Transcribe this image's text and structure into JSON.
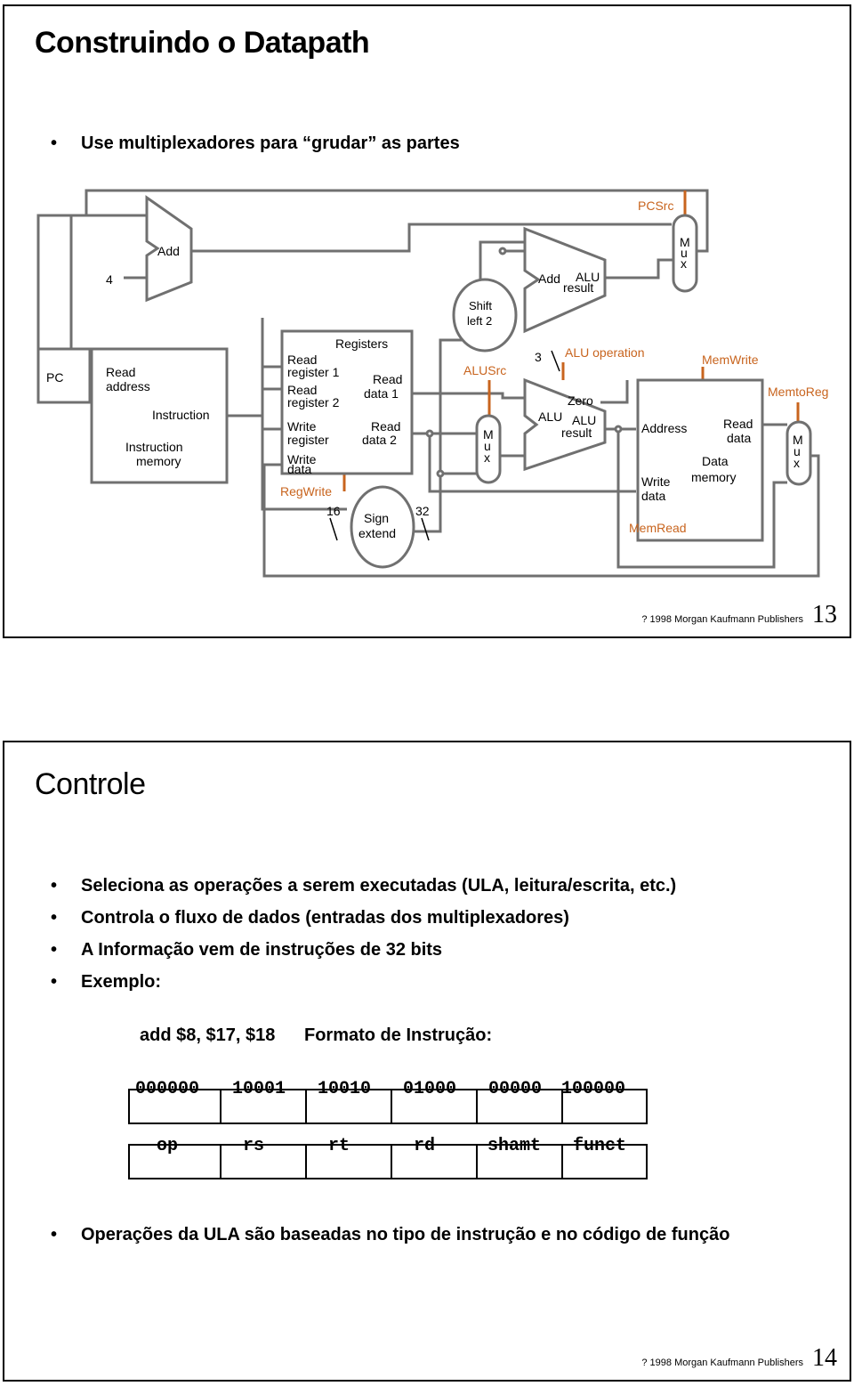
{
  "slide1": {
    "title": "Construindo o Datapath",
    "bullet": "Use multiplexadores para “grudar” as partes",
    "diagram": {
      "pc": "PC",
      "add_top": "Add",
      "four": "4",
      "imem_read_address": [
        "Read",
        "address"
      ],
      "imem_instruction": "Instruction",
      "imem_name": [
        "Instruction",
        "memory"
      ],
      "registers": "Registers",
      "read_register_1": [
        "Read",
        "register 1"
      ],
      "read_register_2": [
        "Read",
        "register 2"
      ],
      "write_register": [
        "Write",
        "register"
      ],
      "write_data": [
        "Write",
        "data"
      ],
      "read_data_1": [
        "Read",
        "data 1"
      ],
      "read_data_2": [
        "Read",
        "data 2"
      ],
      "regwrite": "RegWrite",
      "sixteen": "16",
      "thirtytwo": "32",
      "sign_extend": [
        "Sign",
        "extend"
      ],
      "shift_left": [
        "Shift",
        "left 2"
      ],
      "alusrc": "ALUSrc",
      "mux": [
        "M",
        "u",
        "x"
      ],
      "add_alu": [
        "Add",
        "ALU",
        "result"
      ],
      "pcsrc": "PCSrc",
      "three": "3",
      "alu_operation": "ALU operation",
      "zero": "Zero",
      "alu": "ALU",
      "alu_result": [
        "ALU",
        "result"
      ],
      "memwrite": "MemWrite",
      "memtoreg": "MemtoReg",
      "dmem_address": "Address",
      "dmem_read_data": [
        "Read",
        "data"
      ],
      "dmem_name": [
        "Data",
        "memory"
      ],
      "dmem_write_data": [
        "Write",
        "data"
      ],
      "memread": "MemRead"
    },
    "footer_copyright": "? 1998 Morgan Kaufmann Publishers",
    "page_number": "13"
  },
  "slide2": {
    "title": "Controle",
    "bullets": [
      "Seleciona as operações a serem executadas (ULA, leitura/escrita, etc.)",
      "Controla o fluxo de dados (entradas dos multiplexadores)",
      "A Informação vem de instruções de 32 bits",
      "Exemplo:"
    ],
    "example_instruction": "add $8, $17, $18",
    "example_format_label": "Formato de Instrução:",
    "fields_bits": [
      "000000",
      "10001",
      "10010",
      "01000",
      "00000",
      "100000"
    ],
    "fields_names": [
      "op",
      "rs",
      "rt",
      "rd",
      "shamt",
      "funct"
    ],
    "last_bullet": "Operações da ULA são baseadas no tipo de instrução e no código de função",
    "footer_copyright": "? 1998 Morgan Kaufmann Publishers",
    "page_number": "14"
  },
  "colors": {
    "control": "#c8641e",
    "wire": "#707070",
    "text": "#000000"
  }
}
